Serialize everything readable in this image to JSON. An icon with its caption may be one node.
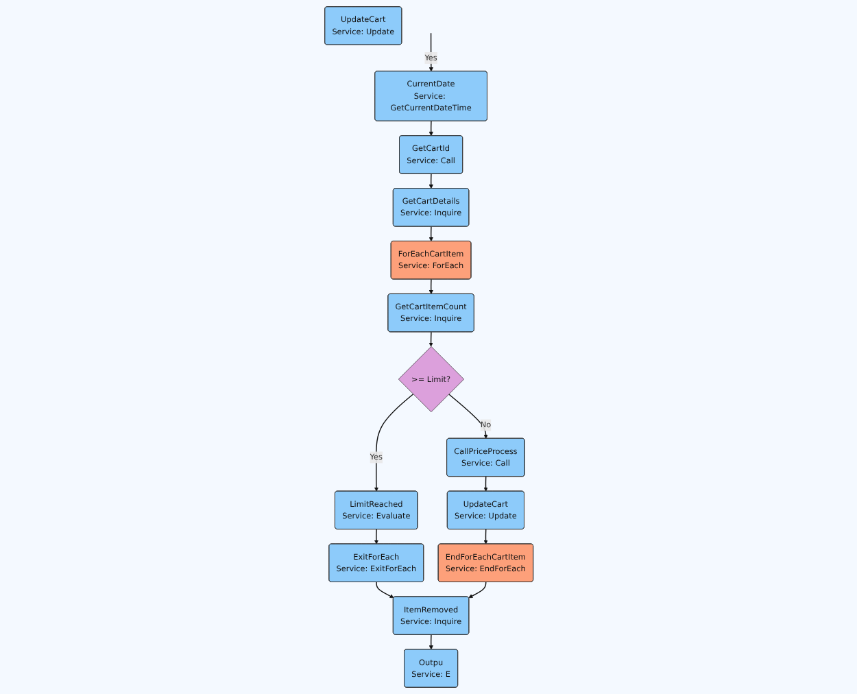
{
  "diagram": {
    "nodes": [
      {
        "text": [
          "CurrentDate",
          "Service: GetCurrentDateTime"
        ]
      },
      {
        "text": [
          "GetCartId",
          "Service: Call"
        ]
      },
      {
        "text": [
          "GetCartDetails",
          "Service: Inquire"
        ]
      },
      {
        "text": [
          "UpdateCart",
          "Service: Update"
        ]
      },
      {
        "text": [
          "ForEachCartItem",
          "Service: ForEach"
        ]
      },
      {
        "text": [
          "GetCartItemCount",
          "Service: Inquire"
        ]
      },
      {
        "text": [
          ">= Limit?"
        ]
      },
      {
        "text": [
          "CallPriceProcess",
          "Service: Call"
        ]
      },
      {
        "text": [
          "UpdateCart",
          "Service: Update"
        ]
      },
      {
        "text": [
          "EndForEachCartItem",
          "Service: EndForEach"
        ]
      },
      {
        "text": [
          "LimitReached",
          "Service: Evaluate"
        ]
      },
      {
        "text": [
          "ExitForEach",
          "Service: ExitForEach"
        ]
      },
      {
        "text": [
          "ItemRemoved",
          "Service: Inquire"
        ]
      },
      {
        "text": [
          "Outpu",
          "Service: E"
        ]
      }
    ],
    "edges": [
      {
        "from": null,
        "to": 0,
        "arrow": "to",
        "label": "Yes"
      },
      {
        "from": 0,
        "to": 1,
        "arrow": "to"
      },
      {
        "from": 1,
        "to": 2,
        "arrow": "to"
      },
      {
        "from": 2,
        "to": 4,
        "arrow": "to"
      },
      {
        "from": 4,
        "to": 5,
        "arrow": "to"
      },
      {
        "from": 5,
        "to": 6,
        "arrow": "to"
      },
      {
        "from": 6,
        "to": 10,
        "arrow": "to",
        "label": "Yes"
      },
      {
        "from": 6,
        "to": 7,
        "arrow": "to",
        "label": "No"
      },
      {
        "from": 10,
        "to": 11,
        "arrow": "to"
      },
      {
        "from": 7,
        "to": 8,
        "arrow": "to"
      },
      {
        "from": 8,
        "to": 9,
        "arrow": "to"
      },
      {
        "from": 11,
        "to": 12,
        "arrow": "to"
      },
      {
        "from": 9,
        "to": 12,
        "arrow": "to"
      },
      {
        "from": 12,
        "to": 13,
        "arrow": "to"
      }
    ]
  }
}
